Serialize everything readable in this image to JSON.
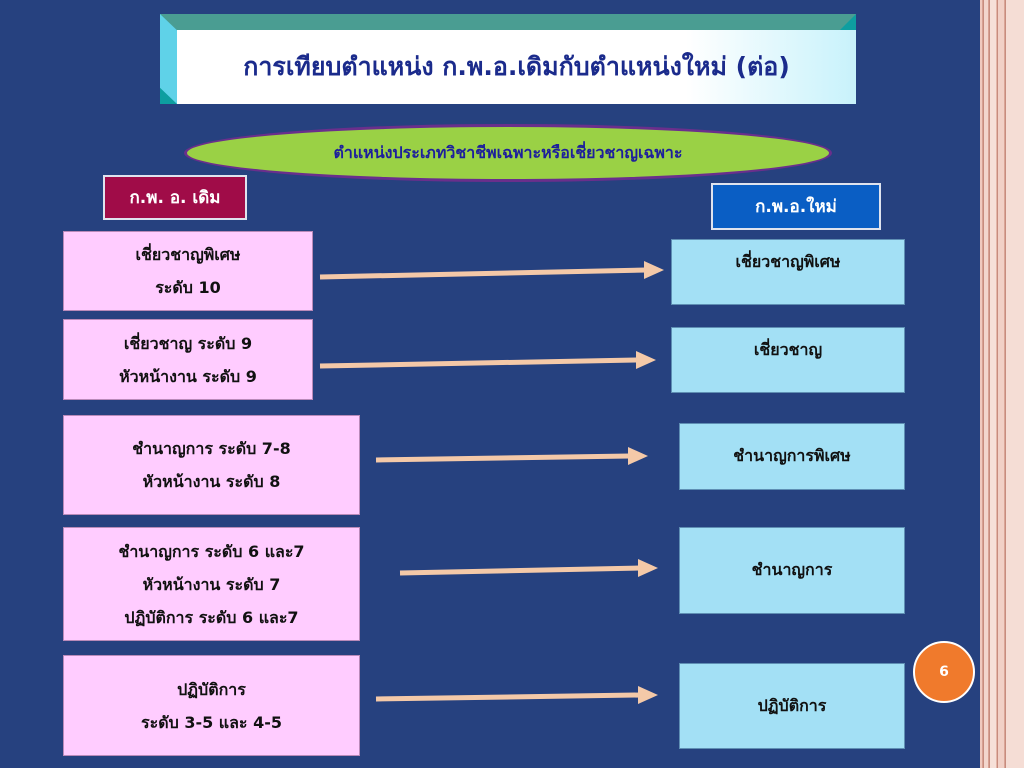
{
  "title": "การเทียบตำแหน่ง ก.พ.อ.เดิมกับตำแหน่งใหม่ (ต่อ)",
  "subtitle": "ตำแหน่งประเภทวิชาชีพเฉพาะหรือเชี่ยวชาญเฉพาะ",
  "old_label": "ก.พ. อ. เดิม",
  "new_label": "ก.พ.อ.ใหม่",
  "rows": [
    {
      "old": [
        "เชี่ยวชาญพิเศษ",
        "ระดับ 10"
      ],
      "new": "เชี่ยวชาญพิเศษ"
    },
    {
      "old": [
        "เชี่ยวชาญ ระดับ 9",
        "หัวหน้างาน ระดับ 9"
      ],
      "new": "เชี่ยวชาญ"
    },
    {
      "old": [
        "ชำนาญการ ระดับ 7-8",
        "หัวหน้างาน ระดับ 8"
      ],
      "new": "ชำนาญการพิเศษ"
    },
    {
      "old": [
        "ชำนาญการ ระดับ 6 และ7",
        "หัวหน้างาน ระดับ 7",
        "ปฏิบัติการ ระดับ 6 และ7"
      ],
      "new": "ชำนาญการ"
    },
    {
      "old": [
        "ปฏิบัติการ",
        "ระดับ 3-5 และ 4-5"
      ],
      "new": "ปฏิบัติการ"
    }
  ],
  "page_number": "6",
  "colors": {
    "background": "#26417f",
    "left_box": "#ffccff",
    "right_box": "#a3e0f5",
    "arrow": "#f4c9a8",
    "oval": "#9ad145",
    "old_label_bg": "#a00c48",
    "new_label_bg": "#0a5ec4",
    "page_badge": "#f07a2c"
  }
}
